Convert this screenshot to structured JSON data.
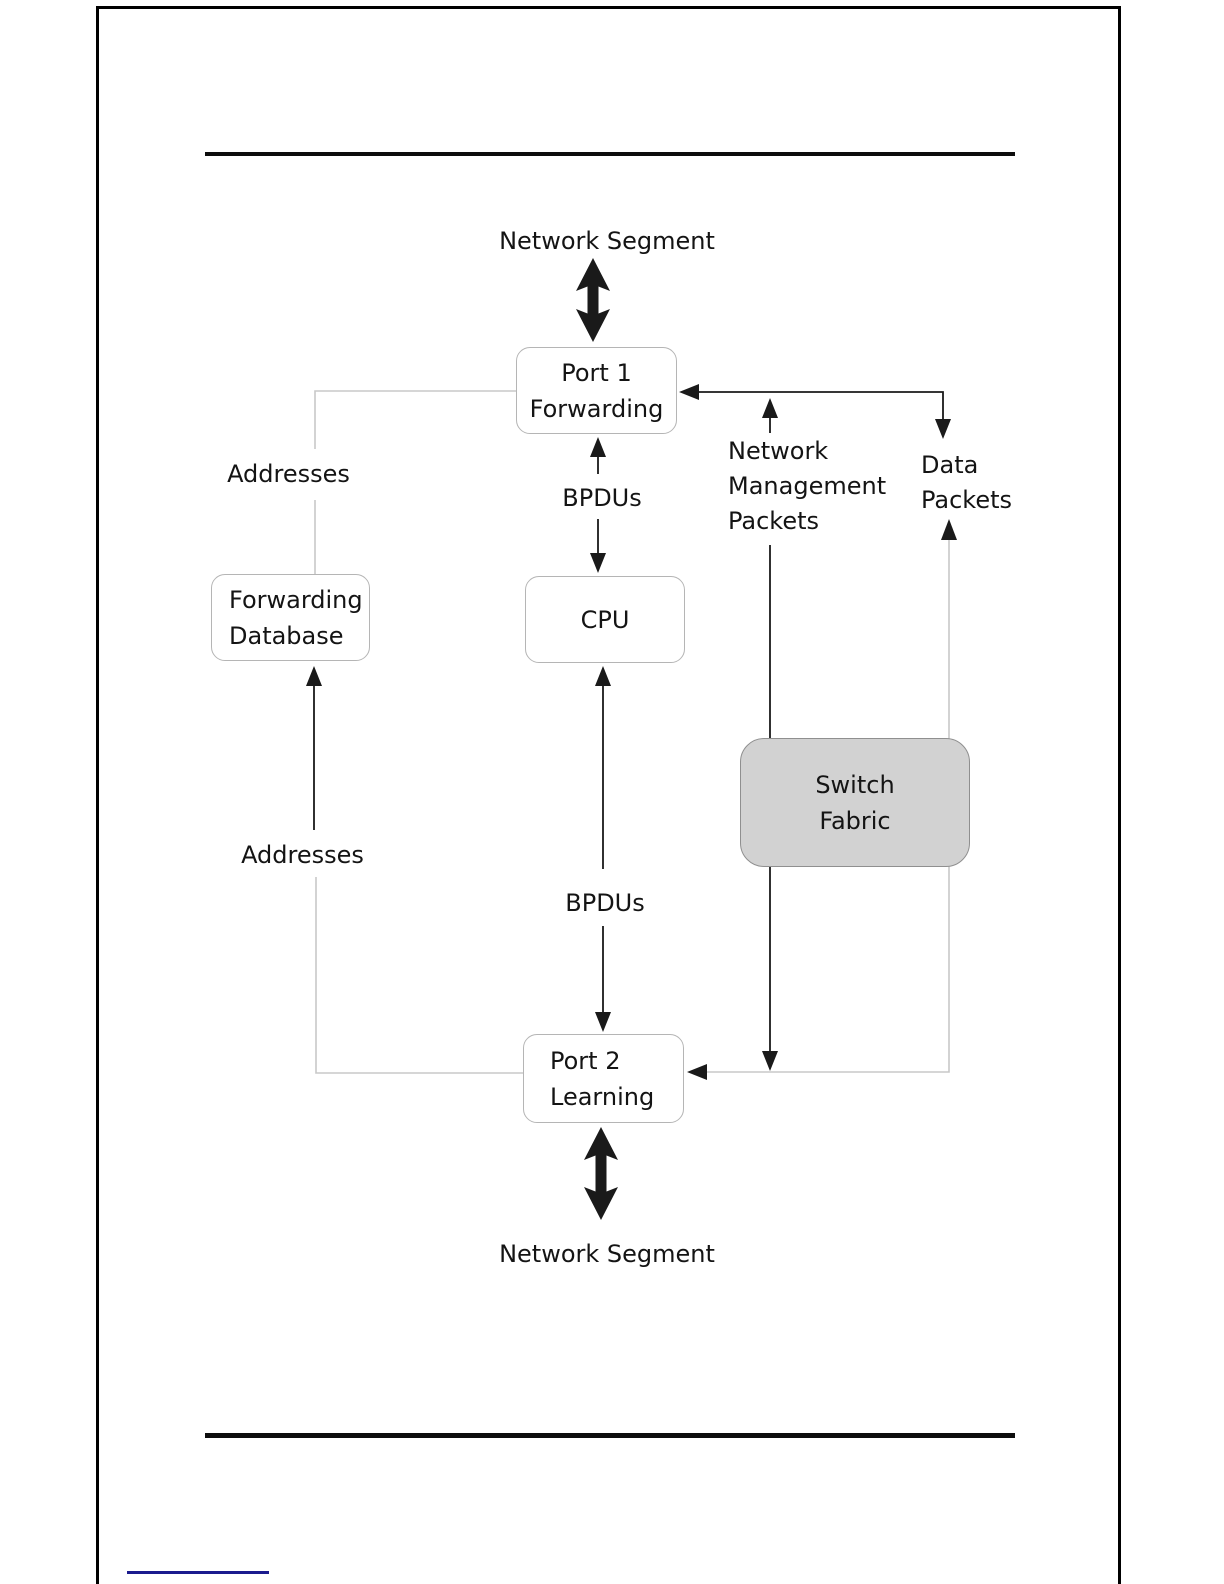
{
  "diagram": {
    "nodes": {
      "port1": "Port 1\nForwarding",
      "cpu": "CPU",
      "forwarding_database": "Forwarding\nDatabase",
      "switch_fabric": "Switch\nFabric",
      "port2": "Port 2\nLearning"
    },
    "labels": {
      "network_segment_top": "Network Segment",
      "network_segment_bottom": "Network Segment",
      "bpdus_upper": "BPDUs",
      "bpdus_lower": "BPDUs",
      "addresses_upper": "Addresses",
      "addresses_lower": "Addresses",
      "network_management_packets": "Network\nManagement\nPackets",
      "data_packets": "Data\nPackets"
    },
    "colors": {
      "line_black": "#1a1a1a",
      "line_gray": "#c8c8c8",
      "node_border": "#b5b5b5",
      "node_fill": "#ffffff",
      "fabric_fill": "#d2d2d2",
      "fabric_border": "#8f8f8f",
      "page_rule": "#0d0d0d",
      "footer_link_blue": "#1b1b8e"
    }
  }
}
